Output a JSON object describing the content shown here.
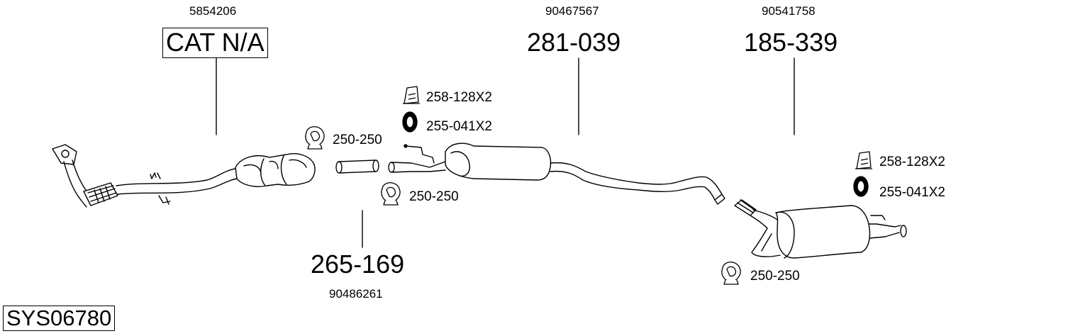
{
  "diagram": {
    "system_code": "SYS06780",
    "parts": {
      "front_pipe": {
        "oe_number": "5854206",
        "part_number": "CAT N/A"
      },
      "intermediate_pipe": {
        "oe_number": "90486261",
        "part_number": "265-169"
      },
      "middle_silencer": {
        "oe_number": "90467567",
        "part_number": "281-039"
      },
      "rear_silencer": {
        "oe_number": "90541758",
        "part_number": "185-339"
      }
    },
    "accessories": {
      "clamp_front": "250-250",
      "clamp_middle": "250-250",
      "mounting_middle": "258-128X2",
      "rubber_ring_middle": "255-041X2",
      "mounting_rear": "258-128X2",
      "rubber_ring_rear": "255-041X2",
      "clamp_rear": "250-250"
    },
    "icons": [
      "clamp-icon",
      "mounting-bracket-icon",
      "rubber-ring-icon"
    ]
  }
}
